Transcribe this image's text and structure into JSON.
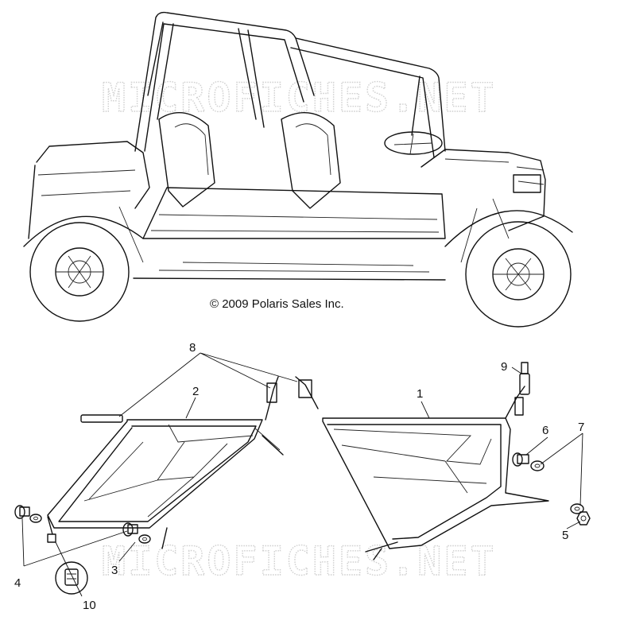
{
  "copyright": "© 2009 Polaris Sales Inc.",
  "watermark": "MICROFICHES.NET",
  "callouts": [
    "1",
    "2",
    "3",
    "4",
    "5",
    "6",
    "7",
    "8",
    "9",
    "10"
  ]
}
